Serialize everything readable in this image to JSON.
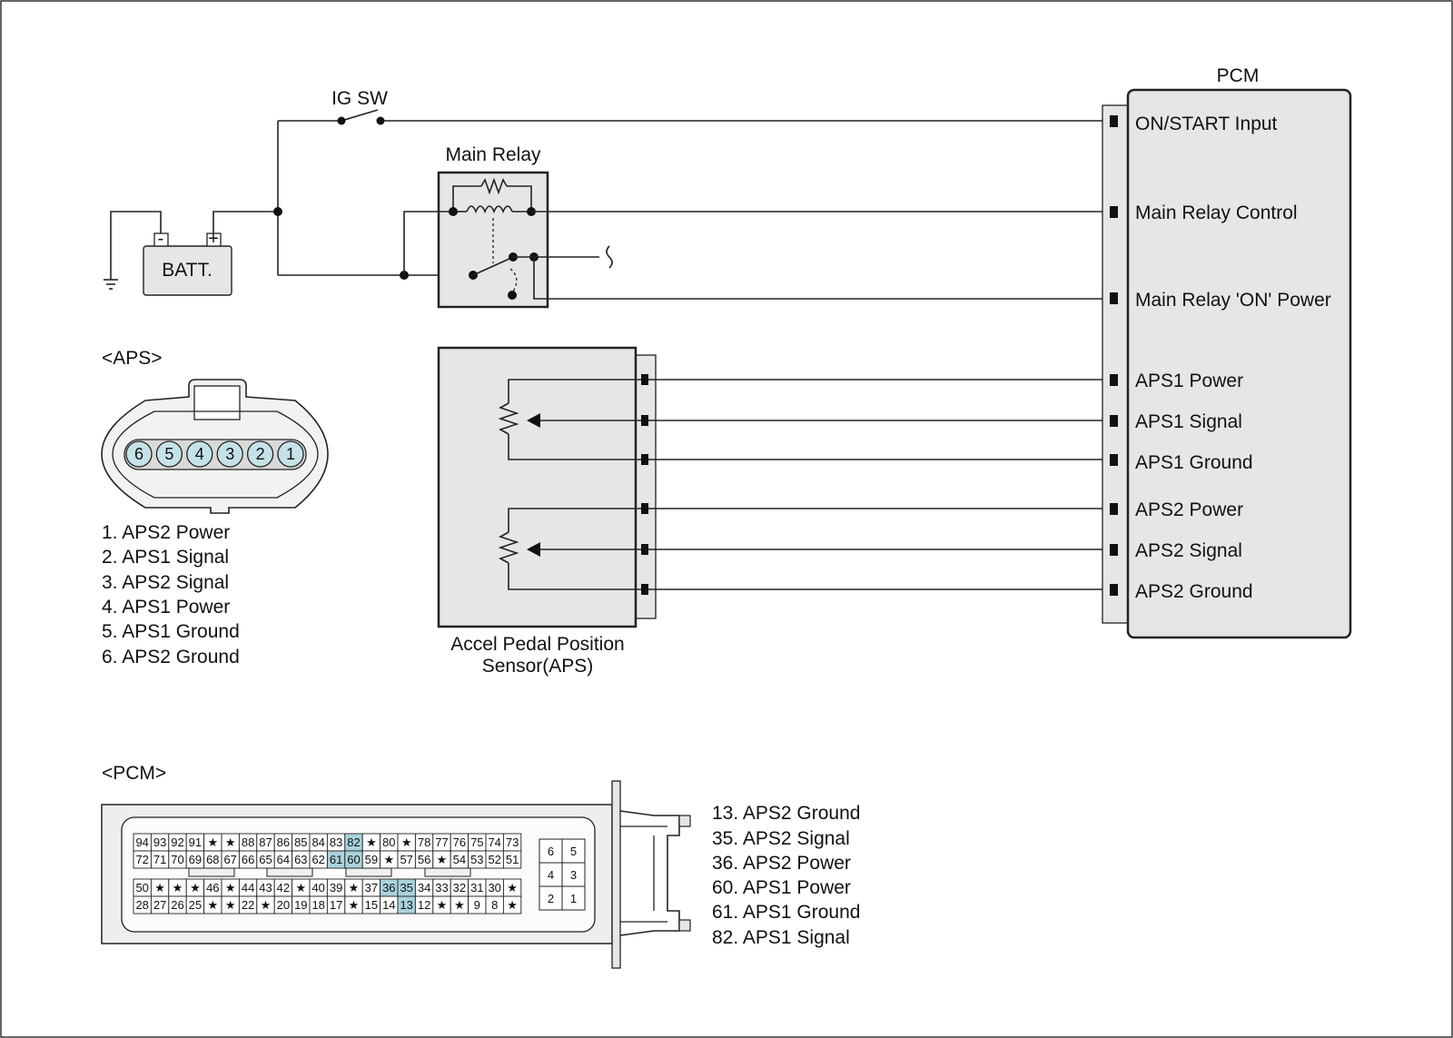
{
  "switch": {
    "ig_sw": "IG SW"
  },
  "battery": {
    "label": "BATT.",
    "neg": "-",
    "pos": "+"
  },
  "relay": {
    "title": "Main Relay"
  },
  "pcm_box": {
    "title": "PCM",
    "terminals": [
      "ON/START Input",
      "Main Relay Control",
      "Main Relay 'ON' Power",
      "APS1 Power",
      "APS1 Signal",
      "APS1 Ground",
      "APS2 Power",
      "APS2 Signal",
      "APS2 Ground"
    ]
  },
  "aps_sensor": {
    "line1": "Accel Pedal Position",
    "line2": "Sensor(APS)"
  },
  "aps_connector": {
    "title": "<APS>",
    "pins": [
      "6",
      "5",
      "4",
      "3",
      "2",
      "1"
    ],
    "legend": [
      "1. APS2 Power",
      "2. APS1 Signal",
      "3. APS2 Signal",
      "4. APS1 Power",
      "5. APS1 Ground",
      "6. APS2 Ground"
    ]
  },
  "pcm_connector": {
    "title": "<PCM>",
    "rows": [
      [
        "94",
        "93",
        "92",
        "91",
        "★",
        "★",
        "88",
        "87",
        "86",
        "85",
        "84",
        "83",
        "82",
        "★",
        "80",
        "★",
        "78",
        "77",
        "76",
        "75",
        "74",
        "73"
      ],
      [
        "72",
        "71",
        "70",
        "69",
        "68",
        "67",
        "66",
        "65",
        "64",
        "63",
        "62",
        "61",
        "60",
        "59",
        "★",
        "57",
        "56",
        "★",
        "54",
        "53",
        "52",
        "51"
      ],
      [
        "50",
        "★",
        "★",
        "★",
        "46",
        "★",
        "44",
        "43",
        "42",
        "★",
        "40",
        "39",
        "★",
        "37",
        "36",
        "35",
        "34",
        "33",
        "32",
        "31",
        "30",
        "★"
      ],
      [
        "28",
        "27",
        "26",
        "25",
        "★",
        "★",
        "22",
        "★",
        "20",
        "19",
        "18",
        "17",
        "★",
        "15",
        "14",
        "13",
        "12",
        "★",
        "★",
        "9",
        "8",
        "★"
      ]
    ],
    "highlight": [
      "82",
      "61",
      "60",
      "36",
      "35",
      "13"
    ],
    "small_pins": [
      [
        "6",
        "5"
      ],
      [
        "4",
        "3"
      ],
      [
        "2",
        "1"
      ]
    ],
    "legend": [
      "13. APS2 Ground",
      "35. APS2 Signal",
      "36. APS2 Power",
      "60. APS1 Power",
      "61. APS1 Ground",
      "82. APS1 Signal"
    ]
  },
  "colors": {
    "highlight": "#a9d3dc",
    "box_fill": "#e6e6e6",
    "pin_fill": "#c4e2e8"
  }
}
